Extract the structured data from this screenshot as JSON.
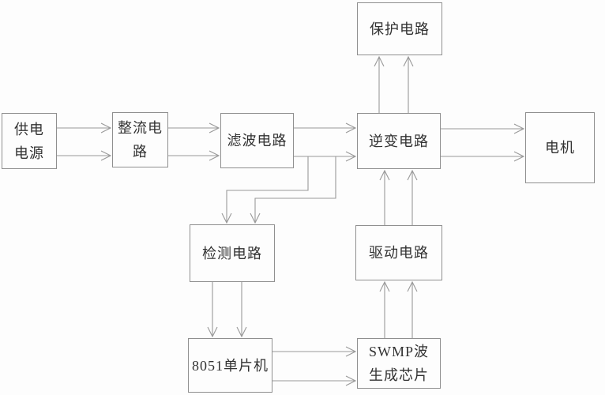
{
  "diagram": {
    "type": "block-diagram",
    "description": "Motor inverter control system block diagram",
    "nodes": {
      "power": {
        "label": "供电\n电源"
      },
      "rectifier": {
        "label": "整流电\n路"
      },
      "filter": {
        "label": "滤波电路"
      },
      "inverter": {
        "label": "逆变电路"
      },
      "motor": {
        "label": "电机"
      },
      "protection": {
        "label": "保护电路"
      },
      "detection": {
        "label": "检测电路"
      },
      "driver": {
        "label": "驱动电路"
      },
      "mcu": {
        "label": "8051单片机"
      },
      "swmp": {
        "label": "SWMP波\n生成芯片"
      }
    },
    "edges": [
      {
        "from": "供电电源",
        "to": "整流电路",
        "lines": 2,
        "arrow": "right"
      },
      {
        "from": "整流电路",
        "to": "滤波电路",
        "lines": 2,
        "arrow": "right"
      },
      {
        "from": "滤波电路",
        "to": "逆变电路",
        "lines": 2,
        "arrow": "right"
      },
      {
        "from": "逆变电路",
        "to": "电机",
        "lines": 2,
        "arrow": "right"
      },
      {
        "from": "逆变电路",
        "to": "保护电路",
        "lines": 2,
        "arrow": "up"
      },
      {
        "from": "驱动电路",
        "to": "逆变电路",
        "lines": 2,
        "arrow": "up"
      },
      {
        "from": "SWMP波生成芯片",
        "to": "驱动电路",
        "lines": 2,
        "arrow": "up"
      },
      {
        "from": "检测电路",
        "to": "8051单片机",
        "lines": 2,
        "arrow": "down"
      },
      {
        "from": "8051单片机",
        "to": "SWMP波生成芯片",
        "lines": 2,
        "arrow": "right"
      },
      {
        "from": "滤波电路→逆变电路连线",
        "to": "检测电路",
        "lines": 2,
        "arrow": "down"
      }
    ],
    "colors": {
      "background": "#fdfdfd",
      "box_border": "#8f8f8f",
      "connector": "#999999",
      "text": "#323232"
    }
  }
}
